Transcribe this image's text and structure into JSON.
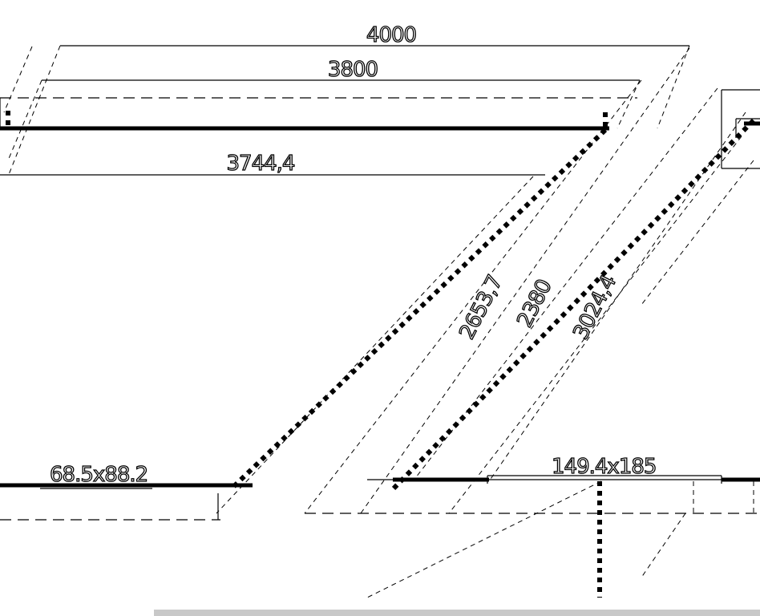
{
  "dimensions": {
    "top_outer": "4000",
    "top_inner": "3800",
    "top_lower": "3744,4",
    "diag_a": "2653,7",
    "diag_b": "2380",
    "diag_c": "3024,4",
    "profile_left": "68.5x88.2",
    "profile_right": "149.4x185"
  }
}
